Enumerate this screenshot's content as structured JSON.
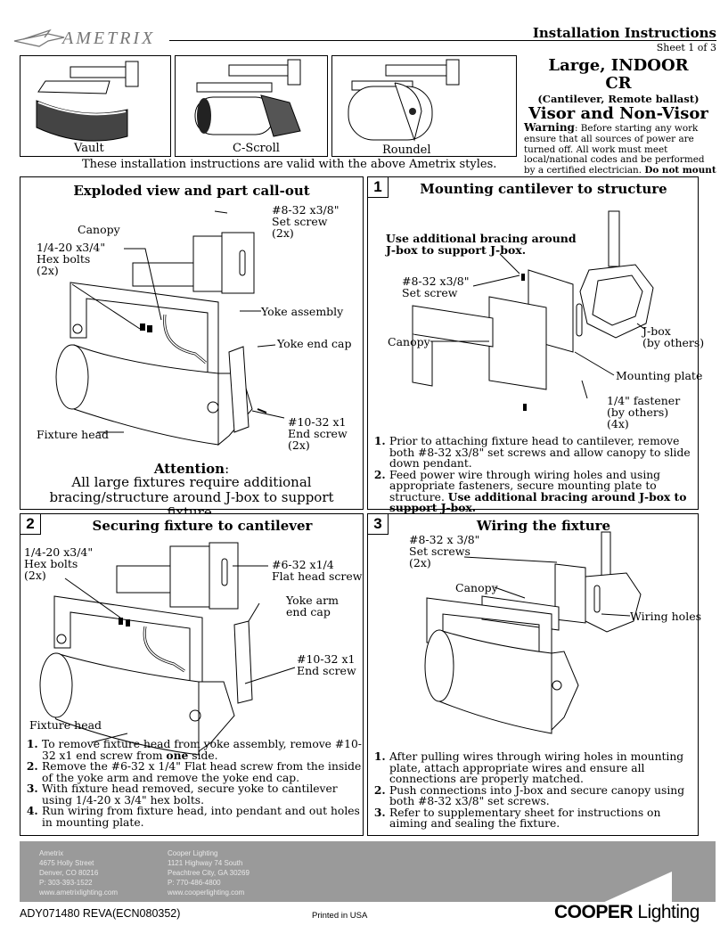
{
  "brand": {
    "name": "AMETRIX"
  },
  "header": {
    "title": "Installation Instructions",
    "sheet": "Sheet 1 of 3"
  },
  "styles": {
    "items": [
      {
        "label": "Vault"
      },
      {
        "label": "C-Scroll"
      },
      {
        "label": "Roundel"
      }
    ],
    "note": "These installation instructions are valid with the above Ametrix styles."
  },
  "product": {
    "line1": "Large, INDOOR",
    "line2": "CR",
    "line3": "(Cantilever, Remote ballast)",
    "line4": "Visor and Non-Visor",
    "warning_label": "Warning",
    "warning_text": ": Before starting any work ensure that all sources of power are turned off.  All work must meet local/national codes and be performed by a certified electrician.",
    "warning_bold": "Do not mount fixtures vertically."
  },
  "exploded": {
    "title": "Exploded view and part call-out",
    "labels": {
      "setscrew": "#8-32 x3/8\"\nSet screw\n(2x)",
      "canopy": "Canopy",
      "hexbolts": "1/4-20 x3/4\"\nHex bolts\n(2x)",
      "yoke": "Yoke assembly",
      "endcap": "Yoke end cap",
      "endscrew": "#10-32 x1\nEnd screw\n(2x)",
      "head": "Fixture head"
    },
    "attention_title": "Attention",
    "attention_colon": ":",
    "attention_text": "All large fixtures require additional bracing/structure around J-box to support fixture."
  },
  "panel1": {
    "number": "1",
    "title": "Mounting cantilever to structure",
    "labels": {
      "bracing": "Use additional bracing around\nJ-box to support J-box.",
      "setscrew": "#8-32 x3/8\"\nSet screw",
      "canopy": "Canopy",
      "jbox": "J-box\n(by others)",
      "plate": "Mounting plate",
      "fastener": "1/4\" fastener\n(by others)\n(4x)"
    },
    "steps": [
      {
        "text": "Prior to attaching fixture head to cantilever, remove both #8-32 x3/8\" set screws and allow canopy to slide down pendant."
      },
      {
        "text": "Feed power wire through wiring holes and using appropriate fasteners, secure mounting plate to structure. ",
        "bold": "Use additional bracing around J-box to support J-box."
      }
    ]
  },
  "panel2": {
    "number": "2",
    "title": "Securing fixture to cantilever",
    "labels": {
      "hexbolts": "1/4-20 x3/4\"\nHex bolts\n(2x)",
      "flatscrew": "#6-32 x1/4\nFlat head screw",
      "armcap": "Yoke arm\nend cap",
      "endscrew": "#10-32 x1\nEnd screw",
      "head": "Fixture head"
    },
    "steps": [
      {
        "a": "To remove fixture head from yoke assembly, remove #10-32 x1 end screw from ",
        "b": "one",
        "c": " side."
      },
      {
        "a": "Remove the #6-32 x 1/4\" Flat head screw from the inside of the yoke arm and remove the yoke end cap."
      },
      {
        "a": "With fixture head removed, secure yoke to cantilever using 1/4-20 x 3/4\" hex bolts."
      },
      {
        "a": "Run wiring from fixture head, into pendant and out holes in mounting plate."
      }
    ]
  },
  "panel3": {
    "number": "3",
    "title": "Wiring the fixture",
    "labels": {
      "setscrews": "#8-32 x 3/8\"\nSet screws\n(2x)",
      "canopy": "Canopy",
      "holes": "Wiring holes"
    },
    "steps": [
      {
        "text": "After pulling wires through wiring holes in mounting plate, attach appropriate wires and ensure all connections are properly matched."
      },
      {
        "text": "Push connections into J-box and secure canopy using both #8-32 x3/8\" set screws."
      },
      {
        "text": "Refer to supplementary sheet for instructions on aiming and sealing the fixture."
      }
    ]
  },
  "footer": {
    "left": "Ametrix\n4675 Holly Street\nDenver, CO 80216\nP: 303-393-1522\nwww.ametrixlighting.com",
    "right": "Cooper Lighting\n1121 Highway 74 South\nPeachtree City, GA 30269\nP: 770-486-4800\nwww.cooperlighting.com",
    "docnum": "ADY071480  REVA(ECN080352)",
    "printed": "Printed in USA",
    "logo_bold": "COOPER",
    "logo_light": " Lighting"
  }
}
